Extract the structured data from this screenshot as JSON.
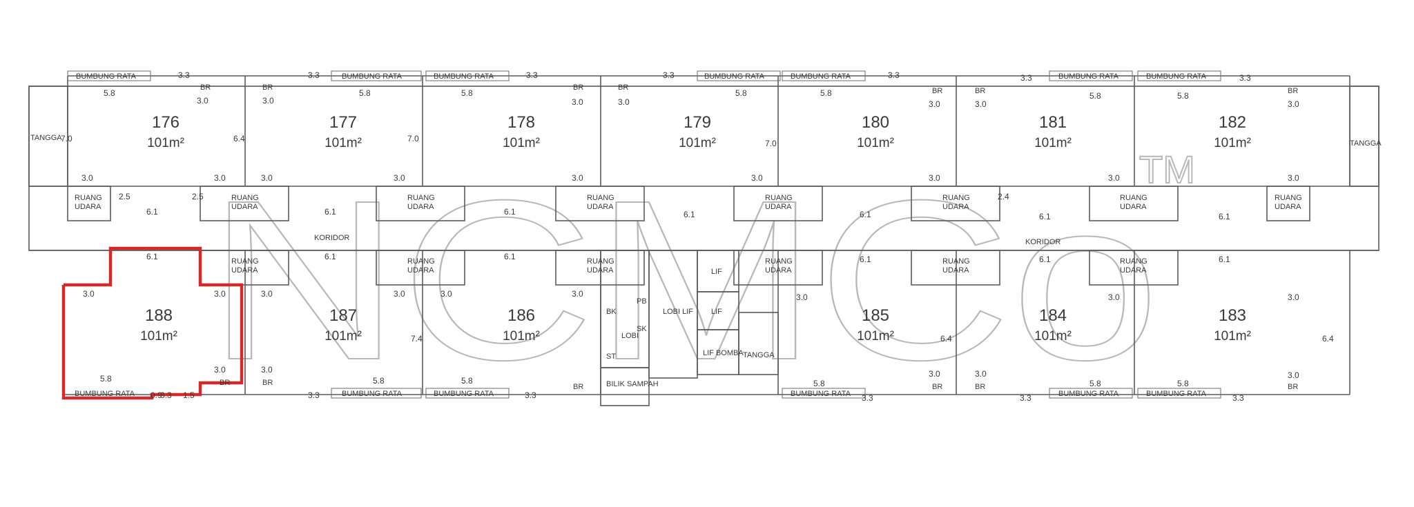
{
  "watermark": {
    "brand": "NCMCo",
    "trademark": "TM"
  },
  "labels": {
    "koridor": "KORIDOR",
    "tangga": "TANGGA",
    "ruang_udara_1": "RUANG",
    "ruang_udara_2": "UDARA",
    "bumbung_rata": "BUMBUNG RATA",
    "br": "BR",
    "lobi_lif": "LOBI LIF",
    "lif": "LIF",
    "lif_bomba": "LIF BOMBA",
    "bilik_sampah": "BILIK SAMPAH",
    "st": "ST",
    "bk": "BK",
    "lobi": "LOBI",
    "pb": "PB",
    "sk": "SK"
  },
  "dimensions": {
    "d58": "5.8",
    "d30": "3.0",
    "d61": "6.1",
    "d25": "2.5",
    "d64": "6.4",
    "d70": "7.0",
    "d74": "7.4",
    "d33": "3.3",
    "d09": "0.9",
    "d15": "1.5",
    "d24": "2.4"
  },
  "units_top": [
    {
      "number": "176",
      "area": "101m²"
    },
    {
      "number": "177",
      "area": "101m²"
    },
    {
      "number": "178",
      "area": "101m²"
    },
    {
      "number": "179",
      "area": "101m²"
    },
    {
      "number": "180",
      "area": "101m²"
    },
    {
      "number": "181",
      "area": "101m²"
    },
    {
      "number": "182",
      "area": "101m²"
    }
  ],
  "units_bottom": [
    {
      "number": "188",
      "area": "101m²"
    },
    {
      "number": "187",
      "area": "101m²"
    },
    {
      "number": "186",
      "area": "101m²"
    },
    {
      "number": "185",
      "area": "101m²"
    },
    {
      "number": "184",
      "area": "101m²"
    },
    {
      "number": "183",
      "area": "101m²"
    }
  ],
  "colors": {
    "highlight": "#d42a2a",
    "lines": "#5a5a5a",
    "watermark": "#c7c7c7"
  }
}
